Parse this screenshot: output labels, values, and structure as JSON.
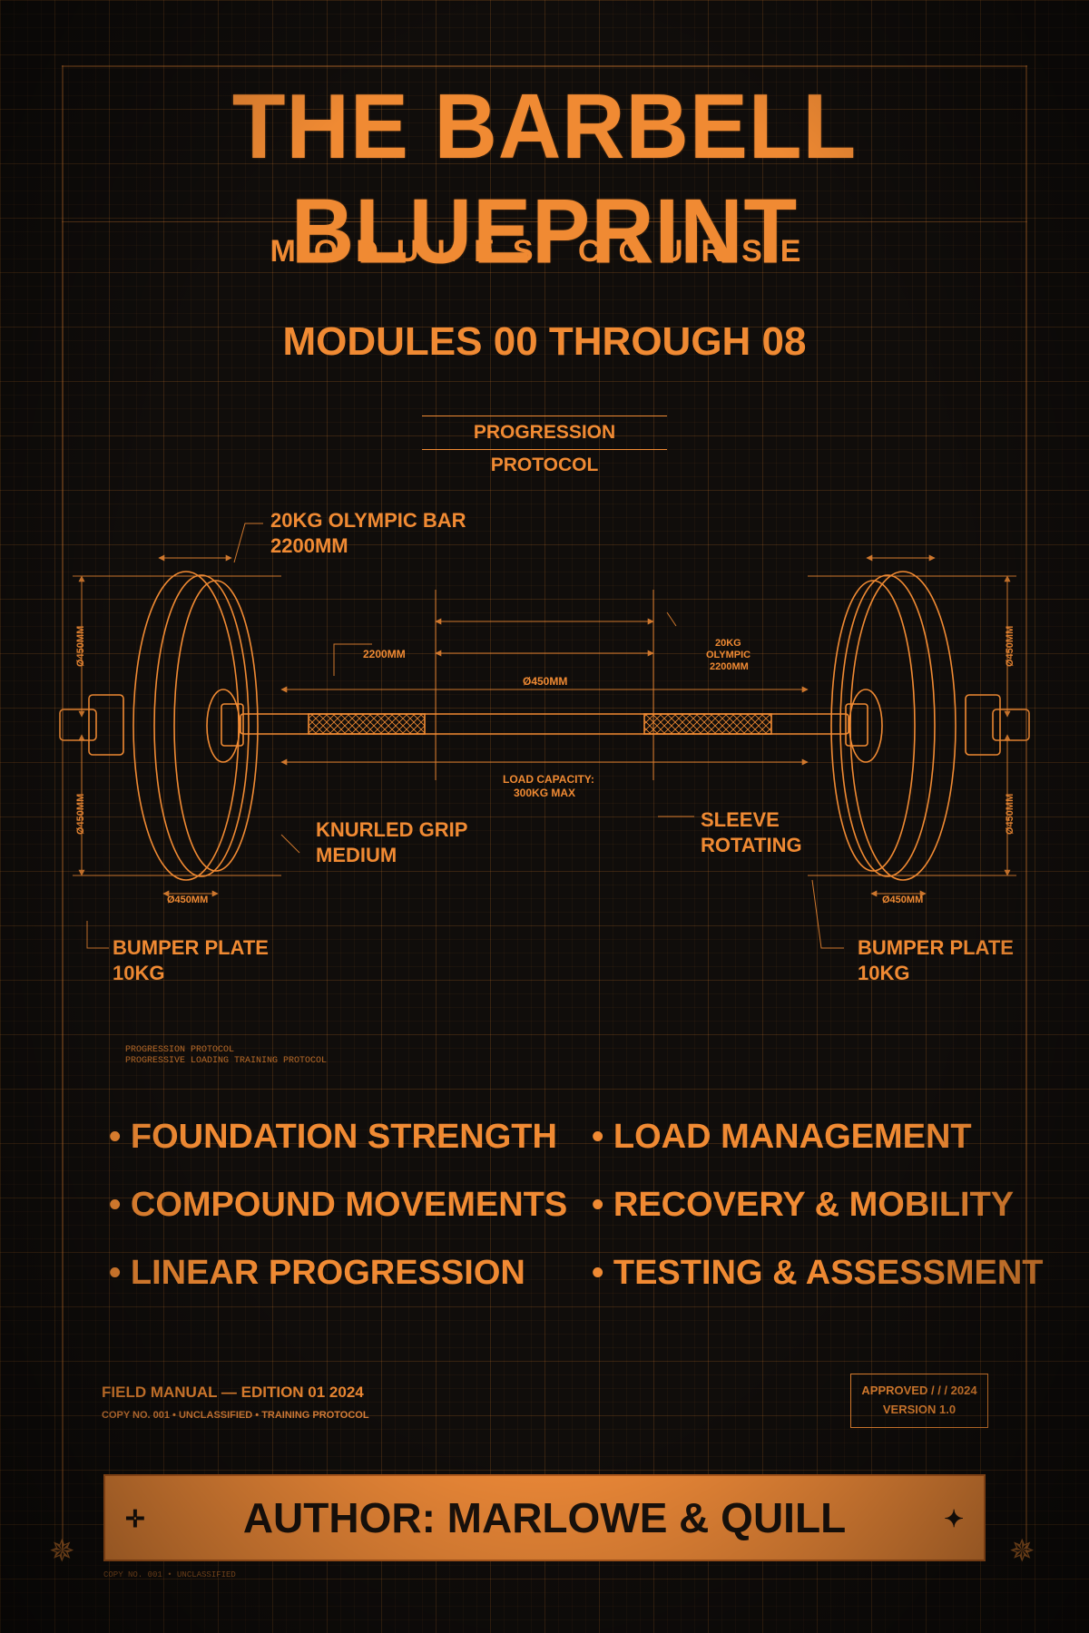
{
  "title": "THE BARBELL BLUEPRINT",
  "subtitle": "MODULES COURSE",
  "modules_heading": "MODULES 00 THROUGH 08",
  "protocol_label": "PROGRESSION PROTOCOL",
  "diagram": {
    "bar_callout": [
      "20KG OLYMPIC BAR",
      "2200MM"
    ],
    "inner_length": "2200MM",
    "center_dim": "Ø450MM",
    "bar_small": [
      "20KG",
      "OLYMPIC",
      "2200MM"
    ],
    "load_capacity": [
      "LOAD CAPACITY:",
      "300KG MAX"
    ],
    "knurled": [
      "KNURLED GRIP",
      "MEDIUM"
    ],
    "sleeve": [
      "SLEEVE",
      "ROTATING"
    ],
    "plate_dim": "Ø450MM",
    "bumper_left": [
      "BUMPER PLATE",
      "10KG"
    ],
    "bumper_right": [
      "BUMPER PLATE",
      "10KG"
    ],
    "note": [
      "PROGRESSION PROTOCOL",
      "PROGRESSIVE LOADING TRAINING PROTOCOL"
    ]
  },
  "features_left": [
    "FOUNDATION STRENGTH",
    "COMPOUND MOVEMENTS",
    "LINEAR PROGRESSION"
  ],
  "features_right": [
    "LOAD MANAGEMENT",
    "RECOVERY & MOBILITY",
    "TESTING & ASSESSMENT"
  ],
  "field_manual": "FIELD MANUAL — EDITION 01  2024",
  "field_sub": "COPY NO. 001 • UNCLASSIFIED • TRAINING PROTOCOL",
  "approved": "APPROVED / / / 2024",
  "version": "VERSION 1.0",
  "author": "AUTHOR: MARLOWE & QUILL",
  "footer_tiny": "COPY NO. 001 • UNCLASSIFIED",
  "colors": {
    "accent": "#f08a33",
    "background": "#100d0b",
    "author_bar": "#ef8a38",
    "author_text": "#1a120c"
  },
  "icons": [
    "compass-rose-icon",
    "crosshair-star-icon"
  ]
}
